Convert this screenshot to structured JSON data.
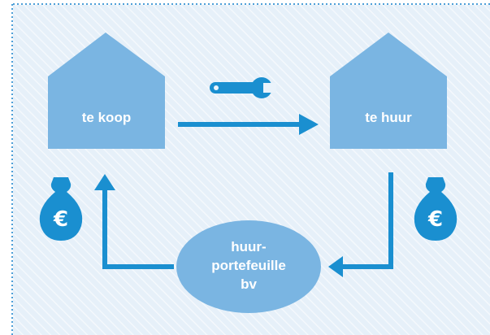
{
  "diagram": {
    "left_house_label": "te koop",
    "right_house_label": "te huur",
    "ellipse_label_line1": "huur-",
    "ellipse_label_line2": "portefeuille",
    "ellipse_label_line3": "bv",
    "money_symbol": "€",
    "icons": [
      "wrench-icon",
      "money-bag-icon",
      "money-bag-icon"
    ]
  },
  "colors": {
    "background": "#eaf3fb",
    "hatch": "#ffffff",
    "shapes": "#7ab5e2",
    "arrows": "#1a8fd0",
    "dotted_border": "#4d9fd8"
  }
}
